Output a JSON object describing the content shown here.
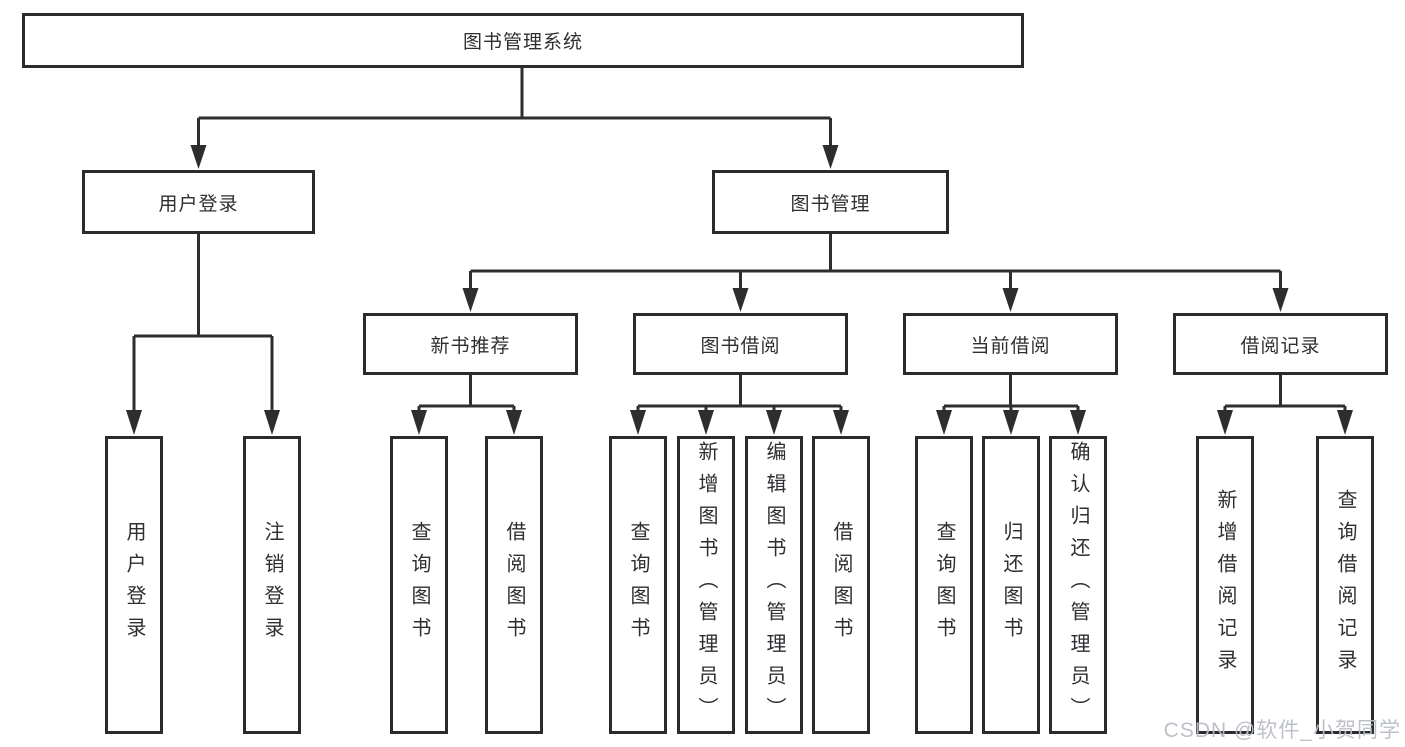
{
  "diagram": {
    "root": {
      "label": "图书管理系统"
    },
    "branches": [
      {
        "label": "用户登录",
        "children": [
          {
            "label": "用户登录"
          },
          {
            "label": "注销登录"
          }
        ]
      },
      {
        "label": "图书管理",
        "children": [
          {
            "label": "新书推荐",
            "children": [
              {
                "label": "查询图书"
              },
              {
                "label": "借阅图书"
              }
            ]
          },
          {
            "label": "图书借阅",
            "children": [
              {
                "label": "查询图书"
              },
              {
                "label": "新增图书（管理员）"
              },
              {
                "label": "编辑图书（管理员）"
              },
              {
                "label": "借阅图书"
              }
            ]
          },
          {
            "label": "当前借阅",
            "children": [
              {
                "label": "查询图书"
              },
              {
                "label": "归还图书"
              },
              {
                "label": "确认归还（管理员）"
              }
            ]
          },
          {
            "label": "借阅记录",
            "children": [
              {
                "label": "新增借阅记录"
              },
              {
                "label": "查询借阅记录"
              }
            ]
          }
        ]
      }
    ]
  },
  "watermark": {
    "text": "CSDN @软件_小贺同学"
  },
  "colors": {
    "line": "#2e2e2e",
    "box_border": "#2b2b2b",
    "text": "#2f2f33",
    "watermark": "#b9bdc6",
    "background": "#ffffff"
  }
}
